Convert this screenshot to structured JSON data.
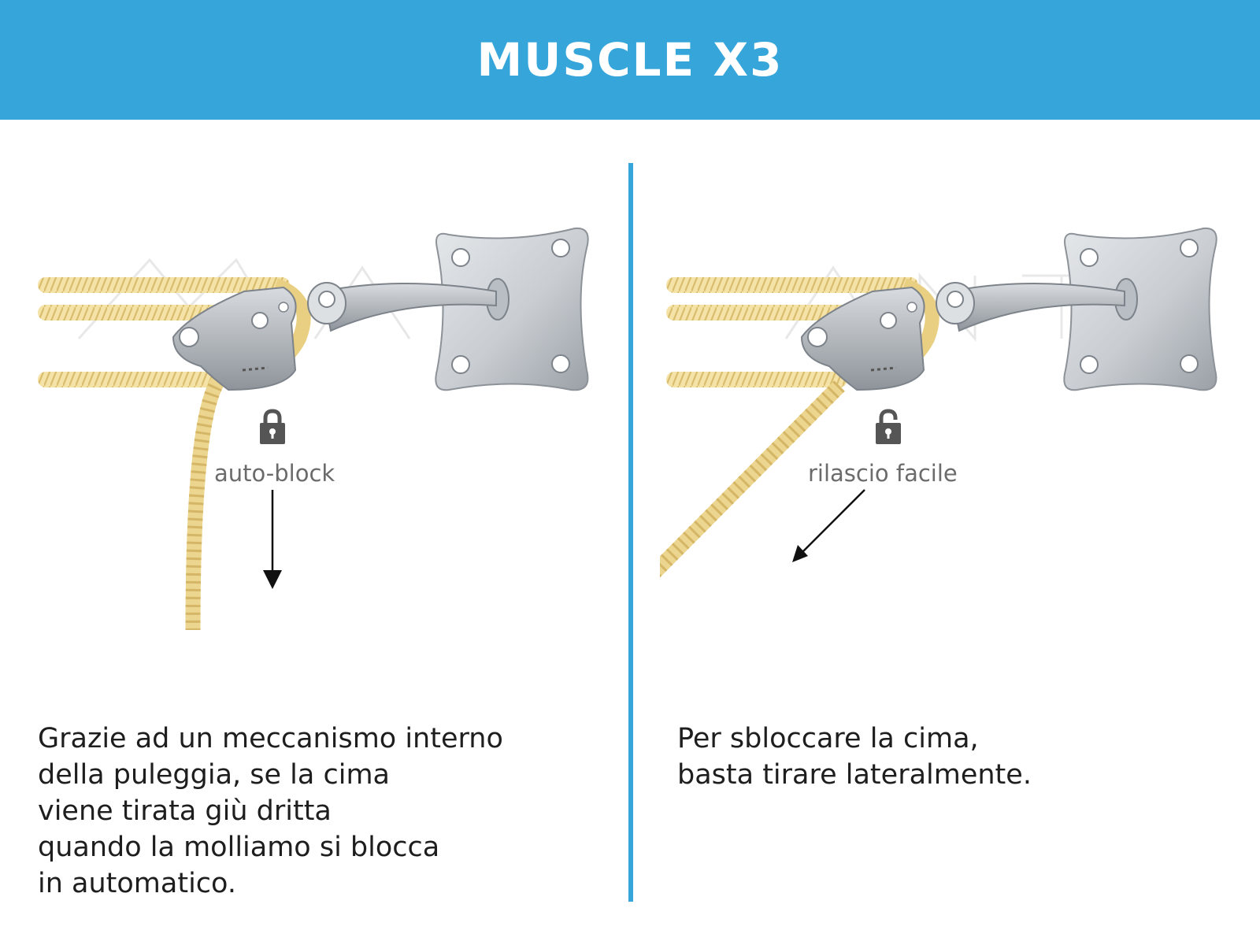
{
  "title": "MUSCLE X3",
  "left_panel": {
    "lock_label": "auto-block",
    "lock_icon": "lock-closed-icon",
    "caption_lines": [
      "Grazie ad un meccanismo interno",
      "della puleggia, se la cima",
      "viene tirata giù dritta",
      "quando la molliamo si blocca",
      "in automatico."
    ]
  },
  "right_panel": {
    "lock_label": "rilascio facile",
    "lock_icon": "lock-open-icon",
    "caption_lines": [
      "Per sbloccare la cima,",
      "basta tirare lateralmente."
    ]
  },
  "colors": {
    "header": "#36a6da",
    "divider": "#36a6da",
    "rope": "#f2dc98",
    "metal": "#c4c8cd"
  }
}
